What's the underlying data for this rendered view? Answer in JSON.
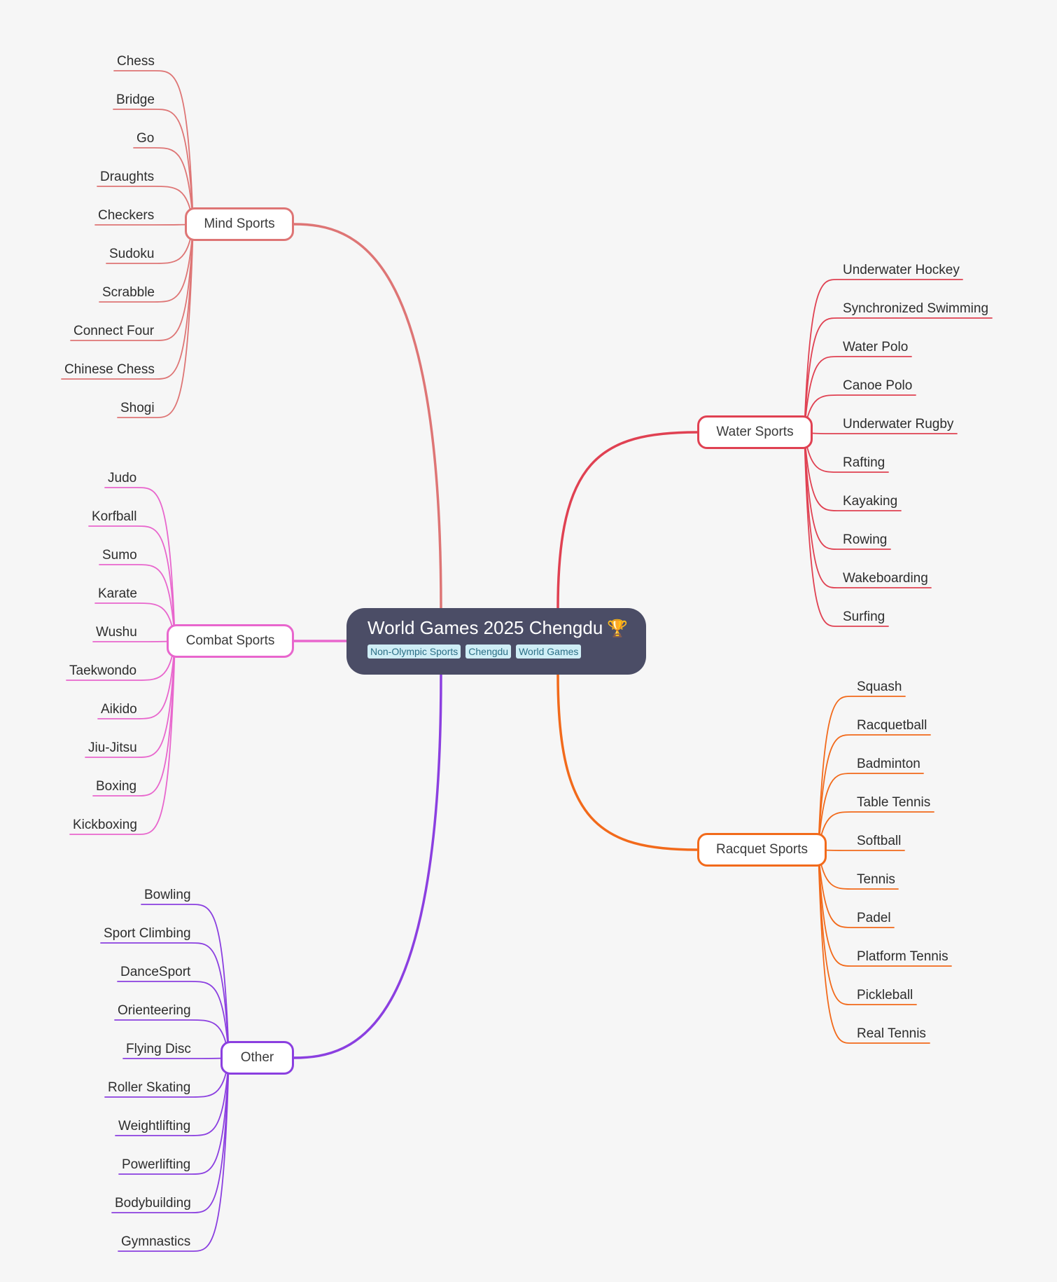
{
  "root": {
    "title": "World Games 2025 Chengdu",
    "icon": "trophy-icon",
    "tags": [
      "Non-Olympic Sports",
      "Chengdu",
      "World Games"
    ]
  },
  "branches": [
    {
      "id": "mind",
      "label": "Mind Sports",
      "side": "left",
      "color": "#de7575",
      "children": [
        "Chess",
        "Bridge",
        "Go",
        "Draughts",
        "Checkers",
        "Sudoku",
        "Scrabble",
        "Connect Four",
        "Chinese Chess",
        "Shogi"
      ]
    },
    {
      "id": "combat",
      "label": "Combat Sports",
      "side": "left",
      "color": "#e866cd",
      "children": [
        "Judo",
        "Korfball",
        "Sumo",
        "Karate",
        "Wushu",
        "Taekwondo",
        "Aikido",
        "Jiu-Jitsu",
        "Boxing",
        "Kickboxing"
      ]
    },
    {
      "id": "other",
      "label": "Other",
      "side": "left",
      "color": "#8b3fe0",
      "children": [
        "Bowling",
        "Sport Climbing",
        "DanceSport",
        "Orienteering",
        "Flying Disc",
        "Roller Skating",
        "Weightlifting",
        "Powerlifting",
        "Bodybuilding",
        "Gymnastics"
      ]
    },
    {
      "id": "water",
      "label": "Water Sports",
      "side": "right",
      "color": "#e04152",
      "children": [
        "Underwater Hockey",
        "Synchronized Swimming",
        "Water Polo",
        "Canoe Polo",
        "Underwater Rugby",
        "Rafting",
        "Kayaking",
        "Rowing",
        "Wakeboarding",
        "Surfing"
      ]
    },
    {
      "id": "racquet",
      "label": "Racquet Sports",
      "side": "right",
      "color": "#f26a1b",
      "children": [
        "Squash",
        "Racquetball",
        "Badminton",
        "Table Tennis",
        "Softball",
        "Tennis",
        "Padel",
        "Platform Tennis",
        "Pickleball",
        "Real Tennis"
      ]
    }
  ]
}
